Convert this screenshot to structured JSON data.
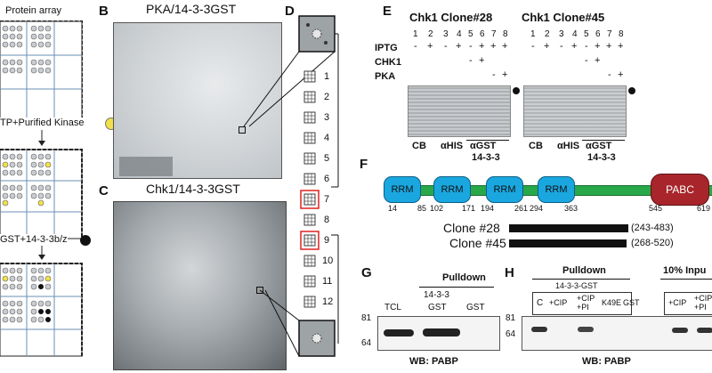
{
  "panel_a": {
    "title": "Protein array",
    "step1": "TP+Purified Kinase",
    "step2": "GST+14-3-3b/z"
  },
  "panel_b": {
    "letter": "B",
    "title": "PKA/14-3-3GST"
  },
  "panel_c": {
    "letter": "C",
    "title": "Chk1/14-3-3GST"
  },
  "panel_d": {
    "letter": "D",
    "numbers": [
      "1",
      "2",
      "3",
      "4",
      "5",
      "6",
      "7",
      "8",
      "9",
      "10",
      "11",
      "12"
    ]
  },
  "panel_e": {
    "letter": "E",
    "clone28": "Chk1 Clone#28",
    "clone45": "Chk1 Clone#45",
    "lanes": [
      "1",
      "2",
      "3",
      "4",
      "5",
      "6",
      "7",
      "8"
    ],
    "row_labels": [
      "IPTG",
      "CHK1",
      "PKA"
    ],
    "iptg": [
      "-",
      "+",
      "-",
      "+",
      "-",
      "+",
      "+",
      "+"
    ],
    "chk1": [
      "-",
      "+"
    ],
    "pka": [
      "-",
      "+"
    ],
    "cb": "CB",
    "ahis": "αHIS",
    "agst": "αGST",
    "agst2": "14-3-3"
  },
  "panel_f": {
    "letter": "F",
    "domains": [
      "RRM",
      "RRM",
      "RRM",
      "RRM",
      "PABC"
    ],
    "positions": [
      "14",
      "85",
      "102",
      "171",
      "194",
      "261",
      "294",
      "363",
      "545",
      "619"
    ],
    "clone28": "Clone #28",
    "clone28_range": "(243-483)",
    "clone45": "Clone #45",
    "clone45_range": "(268-520)"
  },
  "panel_g": {
    "letter": "G",
    "pulldown": "Pulldown",
    "tcl": "TCL",
    "gst1433a": "14-3-3",
    "gst1433b": "GST",
    "gst": "GST",
    "mw": [
      "81",
      "64"
    ],
    "wb": "WB: PABP"
  },
  "panel_h": {
    "letter": "H",
    "pulldown": "Pulldown",
    "gst1433": "14-3-3-GST",
    "cols": [
      "C",
      "+CIP",
      "+CIP\n+PI",
      "K49E",
      "GST"
    ],
    "input": "10% Inpu",
    "input_cols": [
      "+CIP",
      "+CIP\n+PI"
    ],
    "mw": [
      "81",
      "64"
    ],
    "wb": "WB: PABP"
  },
  "colors": {
    "rrm": "#1aa7e0",
    "pabc": "#a8262b",
    "backbone": "#29a84a",
    "highlight": "#e02020",
    "dot_yellow": "#f2e04a"
  }
}
